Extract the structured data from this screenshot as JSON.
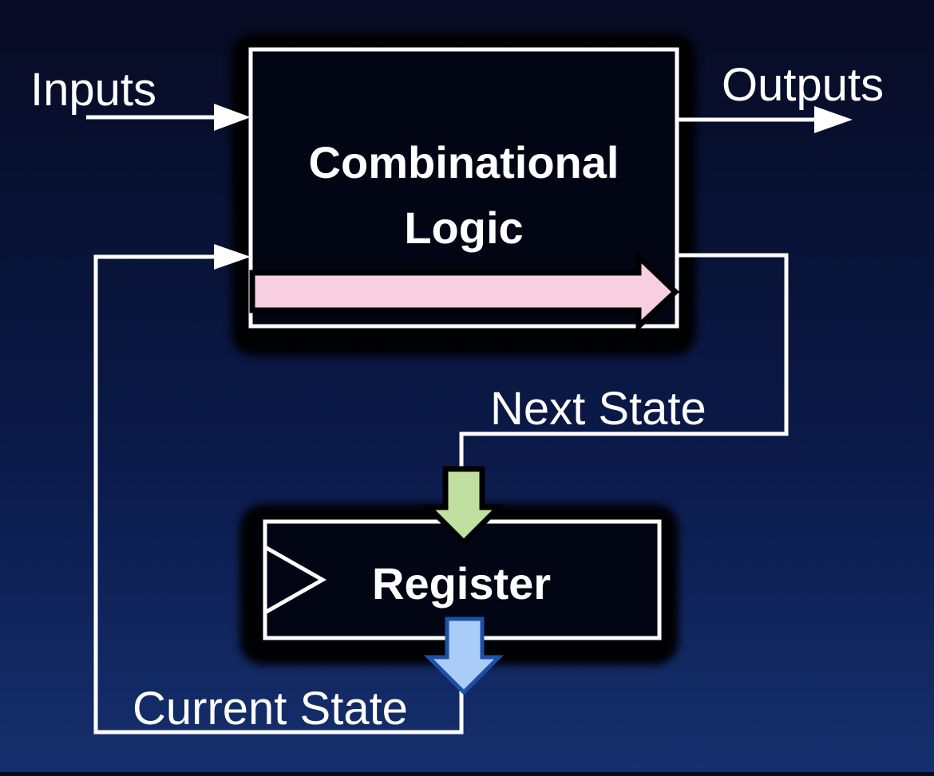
{
  "diagram": {
    "inputs_label": "Inputs",
    "outputs_label": "Outputs",
    "combinational_line1": "Combinational",
    "combinational_line2": "Logic",
    "next_state_label": "Next State",
    "register_label": "Register",
    "current_state_label": "Current State"
  },
  "colors": {
    "background_top": "#070b23",
    "background_bottom": "#15306e",
    "line": "#ffffff",
    "box_fill": "#020514",
    "critical_path_arrow": "#f7cfe0",
    "next_state_arrow": "#bfe0a0",
    "current_state_arrow": "#a9cdf7",
    "current_state_arrow_outline": "#1f4fa8"
  }
}
